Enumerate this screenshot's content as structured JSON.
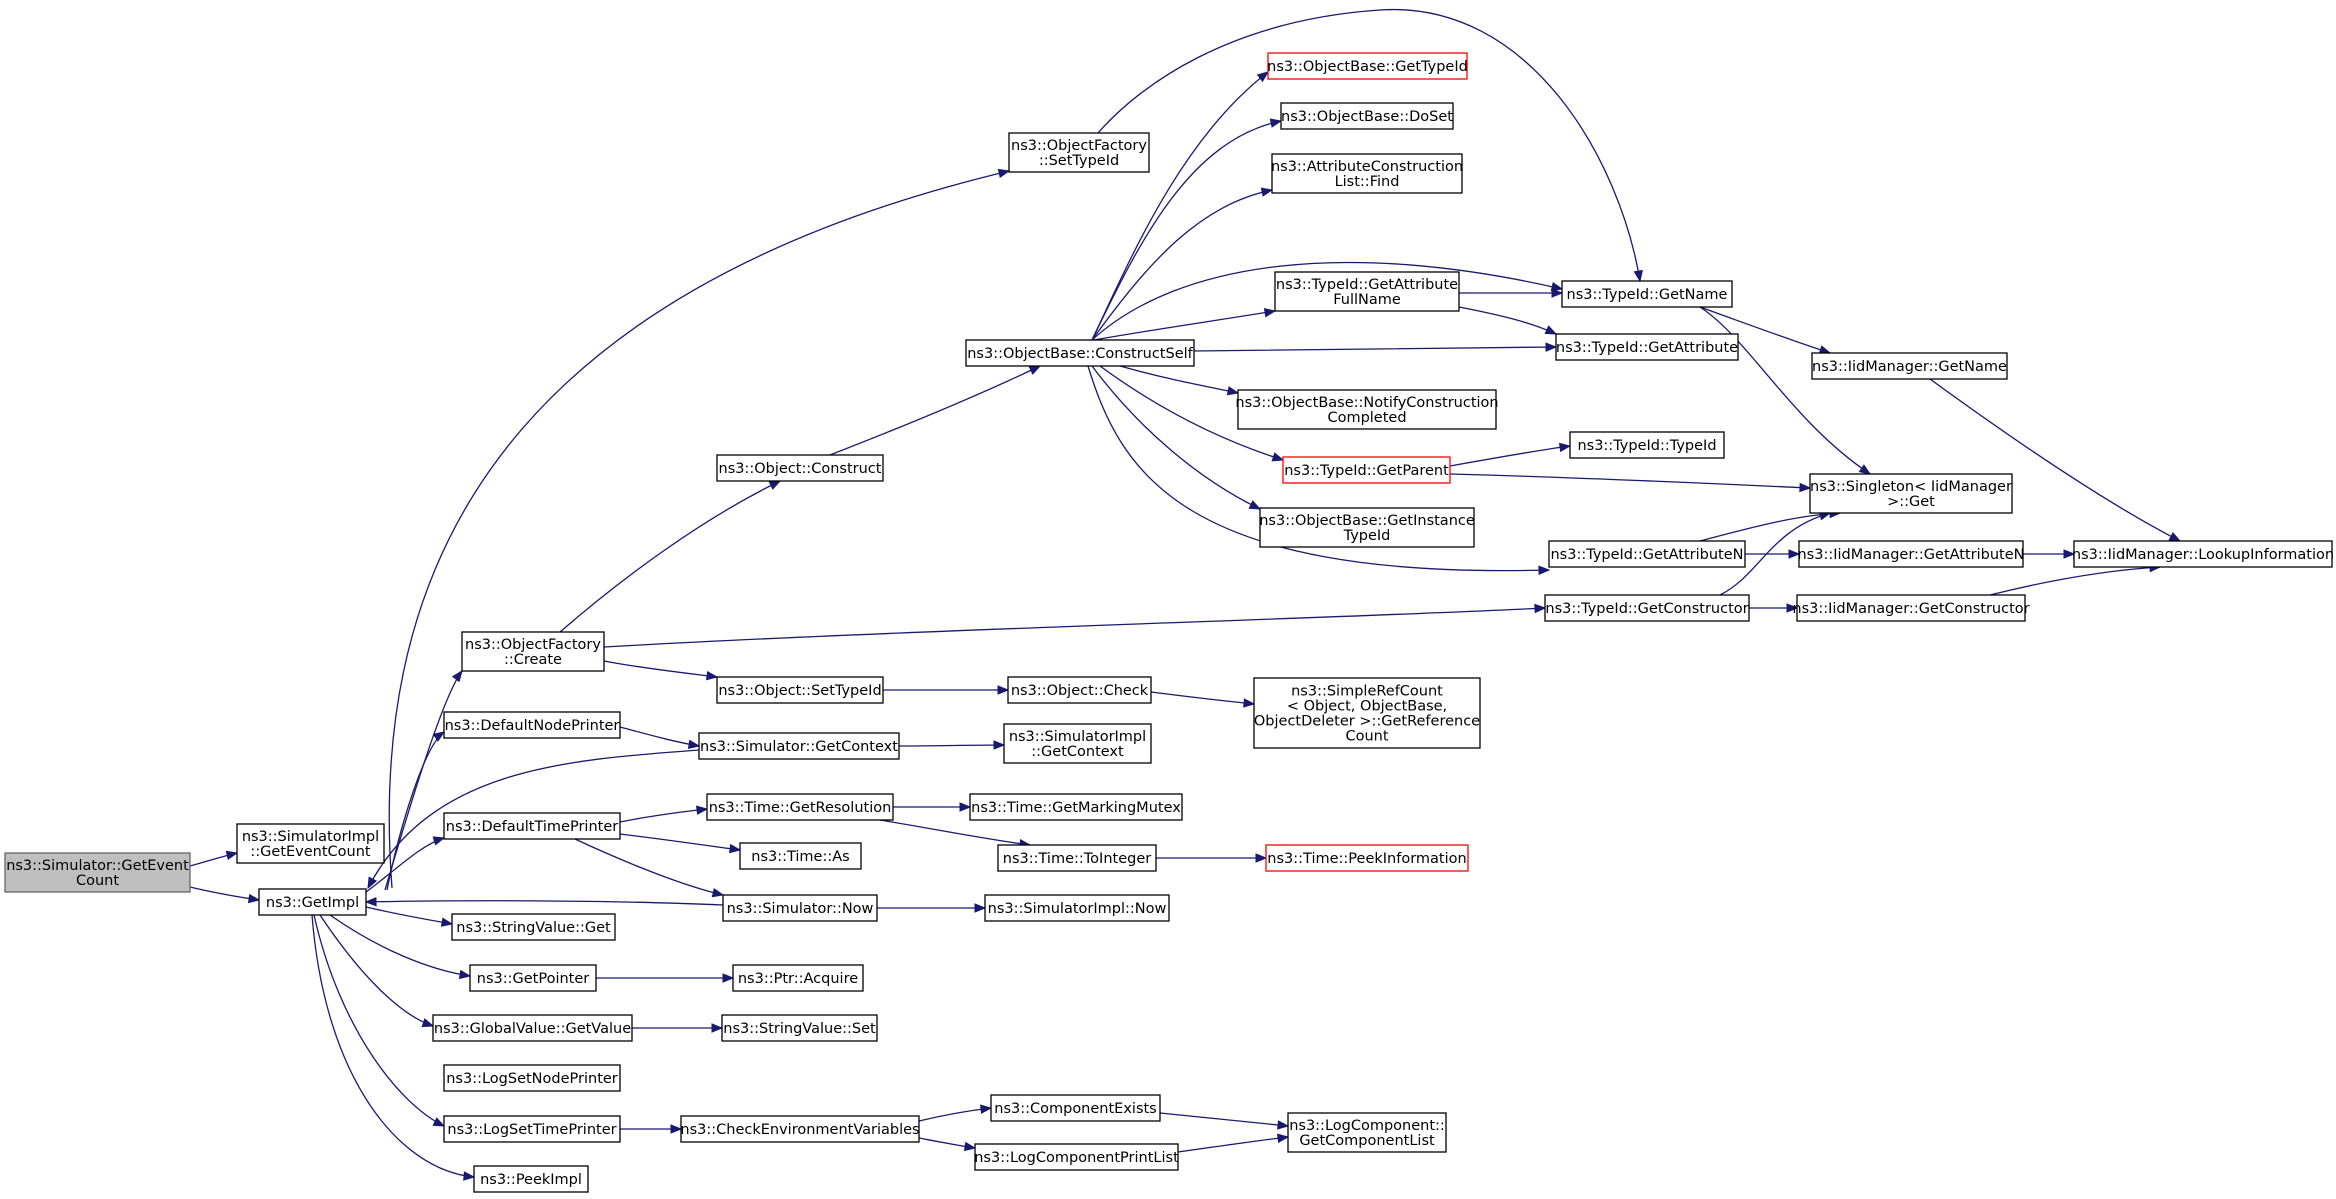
{
  "graph": {
    "title": "",
    "colors": {
      "edge": "#191970",
      "node_border": "#000000",
      "root_fill": "#bfbfbf",
      "truncated_border": "#ff0000"
    },
    "nodes": [
      {
        "id": "root",
        "lines": [
          "ns3::Simulator::GetEvent",
          "Count"
        ],
        "style": "root"
      },
      {
        "id": "simimpl_geteventcount",
        "lines": [
          "ns3::SimulatorImpl",
          "::GetEventCount"
        ]
      },
      {
        "id": "getimpl",
        "lines": [
          "ns3::GetImpl"
        ]
      },
      {
        "id": "objfactory_create",
        "lines": [
          "ns3::ObjectFactory",
          "::Create"
        ]
      },
      {
        "id": "defaultnodeprinter",
        "lines": [
          "ns3::DefaultNodePrinter"
        ]
      },
      {
        "id": "defaulttimeprinter",
        "lines": [
          "ns3::DefaultTimePrinter"
        ]
      },
      {
        "id": "stringvalue_get",
        "lines": [
          "ns3::StringValue::Get"
        ]
      },
      {
        "id": "getpointer",
        "lines": [
          "ns3::GetPointer"
        ]
      },
      {
        "id": "globalvalue_getvalue",
        "lines": [
          "ns3::GlobalValue::GetValue"
        ]
      },
      {
        "id": "logsetnodeprinter",
        "lines": [
          "ns3::LogSetNodePrinter"
        ]
      },
      {
        "id": "logsettimeprinter",
        "lines": [
          "ns3::LogSetTimePrinter"
        ]
      },
      {
        "id": "peekimpl",
        "lines": [
          "ns3::PeekImpl"
        ]
      },
      {
        "id": "object_construct",
        "lines": [
          "ns3::Object::Construct"
        ]
      },
      {
        "id": "object_settypeid",
        "lines": [
          "ns3::Object::SetTypeId"
        ]
      },
      {
        "id": "simulator_getcontext",
        "lines": [
          "ns3::Simulator::GetContext"
        ]
      },
      {
        "id": "time_getresolution",
        "lines": [
          "ns3::Time::GetResolution"
        ]
      },
      {
        "id": "time_as",
        "lines": [
          "ns3::Time::As"
        ]
      },
      {
        "id": "simulator_now",
        "lines": [
          "ns3::Simulator::Now"
        ]
      },
      {
        "id": "ptr_acquire",
        "lines": [
          "ns3::Ptr::Acquire"
        ]
      },
      {
        "id": "stringvalue_set",
        "lines": [
          "ns3::StringValue::Set"
        ]
      },
      {
        "id": "checkenv",
        "lines": [
          "ns3::CheckEnvironmentVariables"
        ]
      },
      {
        "id": "objfactory_settypeid",
        "lines": [
          "ns3::ObjectFactory",
          "::SetTypeId"
        ]
      },
      {
        "id": "objbase_constructself",
        "lines": [
          "ns3::ObjectBase::ConstructSelf"
        ]
      },
      {
        "id": "object_check",
        "lines": [
          "ns3::Object::Check"
        ]
      },
      {
        "id": "simimpl_getcontext",
        "lines": [
          "ns3::SimulatorImpl",
          "::GetContext"
        ]
      },
      {
        "id": "time_getmarkingmutex",
        "lines": [
          "ns3::Time::GetMarkingMutex"
        ]
      },
      {
        "id": "time_tointeger",
        "lines": [
          "ns3::Time::ToInteger"
        ]
      },
      {
        "id": "simimpl_now",
        "lines": [
          "ns3::SimulatorImpl::Now"
        ]
      },
      {
        "id": "componentexists",
        "lines": [
          "ns3::ComponentExists"
        ]
      },
      {
        "id": "logcomponentprintlist",
        "lines": [
          "ns3::LogComponentPrintList"
        ]
      },
      {
        "id": "objbase_gettypeid",
        "lines": [
          "ns3::ObjectBase::GetTypeId"
        ],
        "style": "trunc"
      },
      {
        "id": "objbase_doset",
        "lines": [
          "ns3::ObjectBase::DoSet"
        ]
      },
      {
        "id": "attrconstructionlist_find",
        "lines": [
          "ns3::AttributeConstruction",
          "List::Find"
        ]
      },
      {
        "id": "typeid_getattributefullname",
        "lines": [
          "ns3::TypeId::GetAttribute",
          "FullName"
        ]
      },
      {
        "id": "objbase_notifyconstructioncompleted",
        "lines": [
          "ns3::ObjectBase::NotifyConstruction",
          "Completed"
        ]
      },
      {
        "id": "typeid_getparent",
        "lines": [
          "ns3::TypeId::GetParent"
        ],
        "style": "trunc"
      },
      {
        "id": "objbase_getinstancetypeid",
        "lines": [
          "ns3::ObjectBase::GetInstance",
          "TypeId"
        ]
      },
      {
        "id": "simplerefcount",
        "lines": [
          "ns3::SimpleRefCount",
          "< Object, ObjectBase,",
          "ObjectDeleter >::GetReference",
          "Count"
        ]
      },
      {
        "id": "time_peekinformation",
        "lines": [
          "ns3::Time::PeekInformation"
        ],
        "style": "trunc"
      },
      {
        "id": "logcomponent_getcomponentlist",
        "lines": [
          "ns3::LogComponent::",
          "GetComponentList"
        ]
      },
      {
        "id": "typeid_getname",
        "lines": [
          "ns3::TypeId::GetName"
        ]
      },
      {
        "id": "typeid_getattribute",
        "lines": [
          "ns3::TypeId::GetAttribute"
        ]
      },
      {
        "id": "typeid_typeid",
        "lines": [
          "ns3::TypeId::TypeId"
        ]
      },
      {
        "id": "typeid_getattributen",
        "lines": [
          "ns3::TypeId::GetAttributeN"
        ]
      },
      {
        "id": "typeid_getconstructor",
        "lines": [
          "ns3::TypeId::GetConstructor"
        ]
      },
      {
        "id": "iidmanager_getname",
        "lines": [
          "ns3::IidManager::GetName"
        ]
      },
      {
        "id": "singleton_get",
        "lines": [
          "ns3::Singleton< IidManager",
          ">::Get"
        ]
      },
      {
        "id": "iidmanager_getattributen",
        "lines": [
          "ns3::IidManager::GetAttributeN"
        ]
      },
      {
        "id": "iidmanager_getconstructor",
        "lines": [
          "ns3::IidManager::GetConstructor"
        ]
      },
      {
        "id": "iidmanager_lookupinformation",
        "lines": [
          "ns3::IidManager::LookupInformation"
        ]
      }
    ]
  }
}
